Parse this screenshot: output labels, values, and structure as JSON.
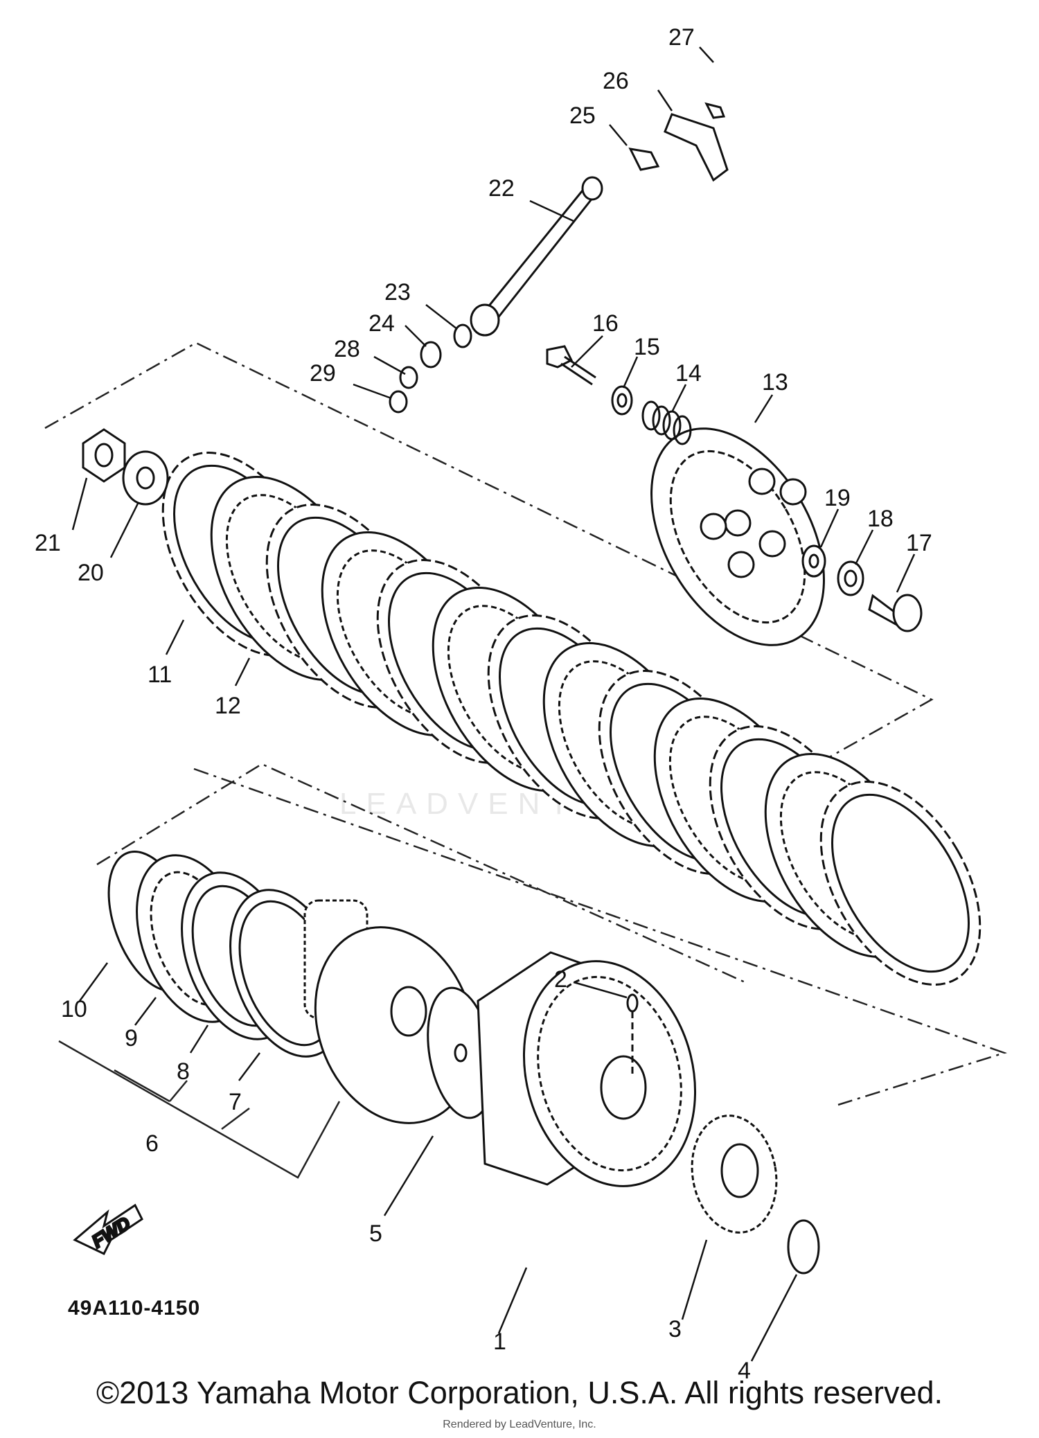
{
  "diagram": {
    "part_number": "49A110-4150",
    "arrow_label": "FWD",
    "watermark": "LEADVENTURE",
    "copyright": "©2013 Yamaha Motor Corporation, U.S.A. All rights reserved.",
    "rendered_by": "Rendered by LeadVenture, Inc.",
    "callouts": [
      "1",
      "2",
      "3",
      "4",
      "5",
      "6",
      "7",
      "8",
      "9",
      "10",
      "11",
      "12",
      "13",
      "14",
      "15",
      "16",
      "17",
      "18",
      "19",
      "20",
      "21",
      "22",
      "23",
      "24",
      "25",
      "26",
      "27",
      "28",
      "29"
    ]
  }
}
